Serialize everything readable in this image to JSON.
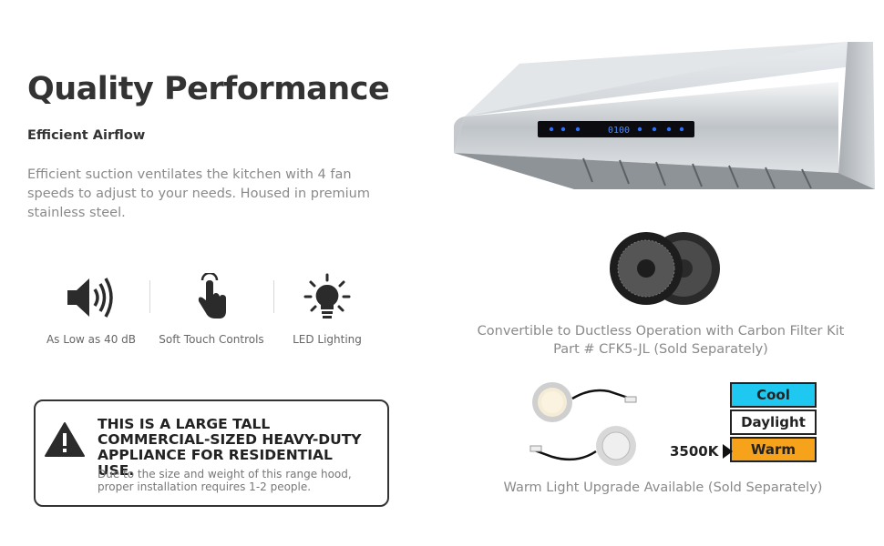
{
  "header": {
    "title": "Quality Performance",
    "subtitle": "Efficient Airflow",
    "description": "Efficient suction ventilates the kitchen with 4 fan speeds to adjust to your needs. Housed in premium stainless steel."
  },
  "features": [
    {
      "icon": "speaker-icon",
      "label": "As Low as 40 dB"
    },
    {
      "icon": "touch-hand-icon",
      "label": "Soft Touch Controls"
    },
    {
      "icon": "light-bulb-icon",
      "label": "LED Lighting"
    }
  ],
  "warning": {
    "icon": "warning-triangle-icon",
    "heading": "THIS IS A LARGE TALL COMMERCIAL-SIZED HEAVY-DUTY APPLIANCE FOR RESIDENTIAL USE.",
    "note": "Due to the size and weight of this range hood, proper installation requires 1-2 people."
  },
  "product": {
    "panel_display": "0100",
    "ductless_caption": "Convertible to Ductless Operation with Carbon Filter Kit Part # CFK5-JL (Sold Separately)",
    "light_caption": "Warm Light Upgrade Available (Sold Separately)"
  },
  "color_temp": {
    "selected_label": "3500K",
    "options": [
      {
        "label": "Cool",
        "color": "#1ec8f0"
      },
      {
        "label": "Daylight",
        "color": "#ffffff"
      },
      {
        "label": "Warm",
        "color": "#f7a21b"
      }
    ]
  }
}
